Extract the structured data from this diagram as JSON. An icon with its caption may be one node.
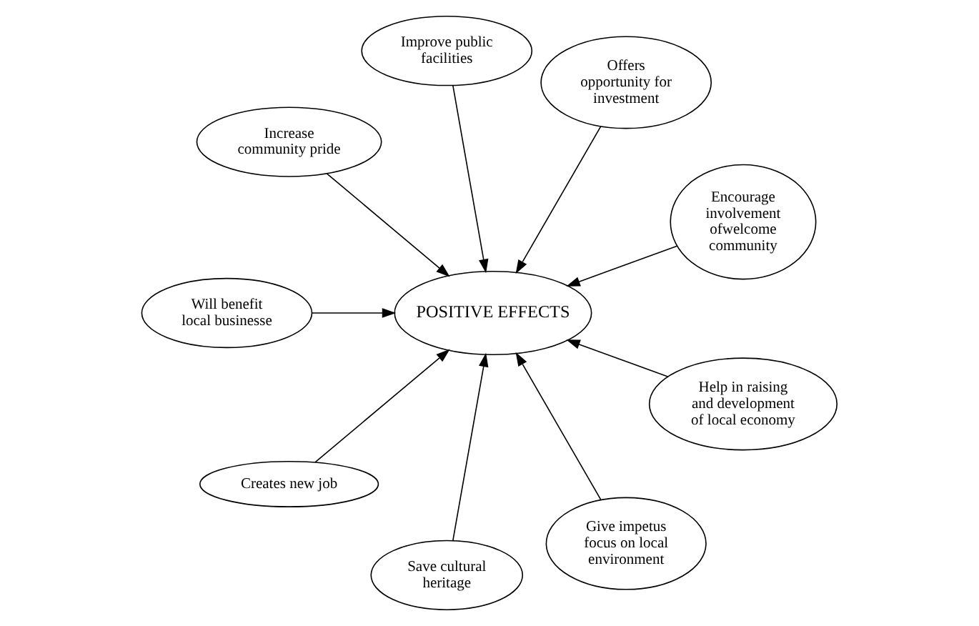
{
  "diagram": {
    "nodes": [
      {
        "text": [
          "Encourage involvement ofwelcome community"
        ]
      },
      {
        "text": [
          "Offers opportunity for investment"
        ]
      },
      {
        "text": [
          "Improve public facilities"
        ]
      },
      {
        "text": [
          "Increase community pride"
        ]
      },
      {
        "text": [
          "Will benefit local businesse"
        ]
      },
      {
        "text": [
          "POSITIVE EFFECTS"
        ]
      },
      {
        "text": [
          "Creates new job"
        ]
      },
      {
        "text": [
          "Save cultural heritage"
        ]
      },
      {
        "text": [
          "Give impetus focus on local environment"
        ]
      },
      {
        "text": [
          "Help in raising and development of local economy"
        ]
      }
    ],
    "edges": [
      {
        "from": 0,
        "to": 5,
        "arrow": "to"
      },
      {
        "from": 1,
        "to": 5,
        "arrow": "to"
      },
      {
        "from": 2,
        "to": 5,
        "arrow": "to"
      },
      {
        "from": 3,
        "to": 5,
        "arrow": "to"
      },
      {
        "from": 4,
        "to": 5,
        "arrow": "to"
      },
      {
        "from": 6,
        "to": 5,
        "arrow": "to"
      },
      {
        "from": 7,
        "to": 5,
        "arrow": "to"
      },
      {
        "from": 8,
        "to": 5,
        "arrow": "to"
      },
      {
        "from": 9,
        "to": 5,
        "arrow": "to"
      }
    ]
  }
}
